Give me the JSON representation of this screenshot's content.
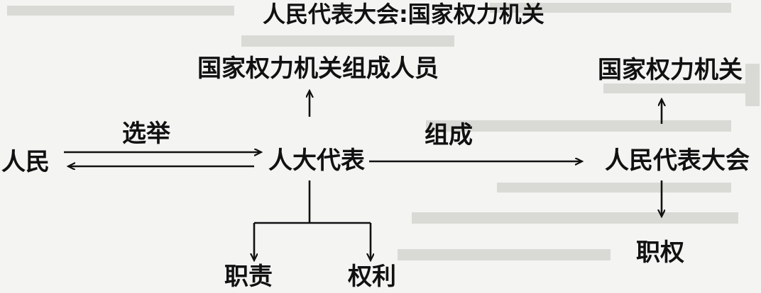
{
  "title": "人民代表大会:国家权力机关",
  "nodes": {
    "state_power_organ_members": "国家权力机关组成人员",
    "state_power_organ": "国家权力机关",
    "people": "人民",
    "npc_deputies": "人大代表",
    "npc": "人民代表大会",
    "duties": "职责",
    "rights": "权利",
    "powers": "职权"
  },
  "edge_labels": {
    "elect": "选举",
    "compose": "组成"
  }
}
